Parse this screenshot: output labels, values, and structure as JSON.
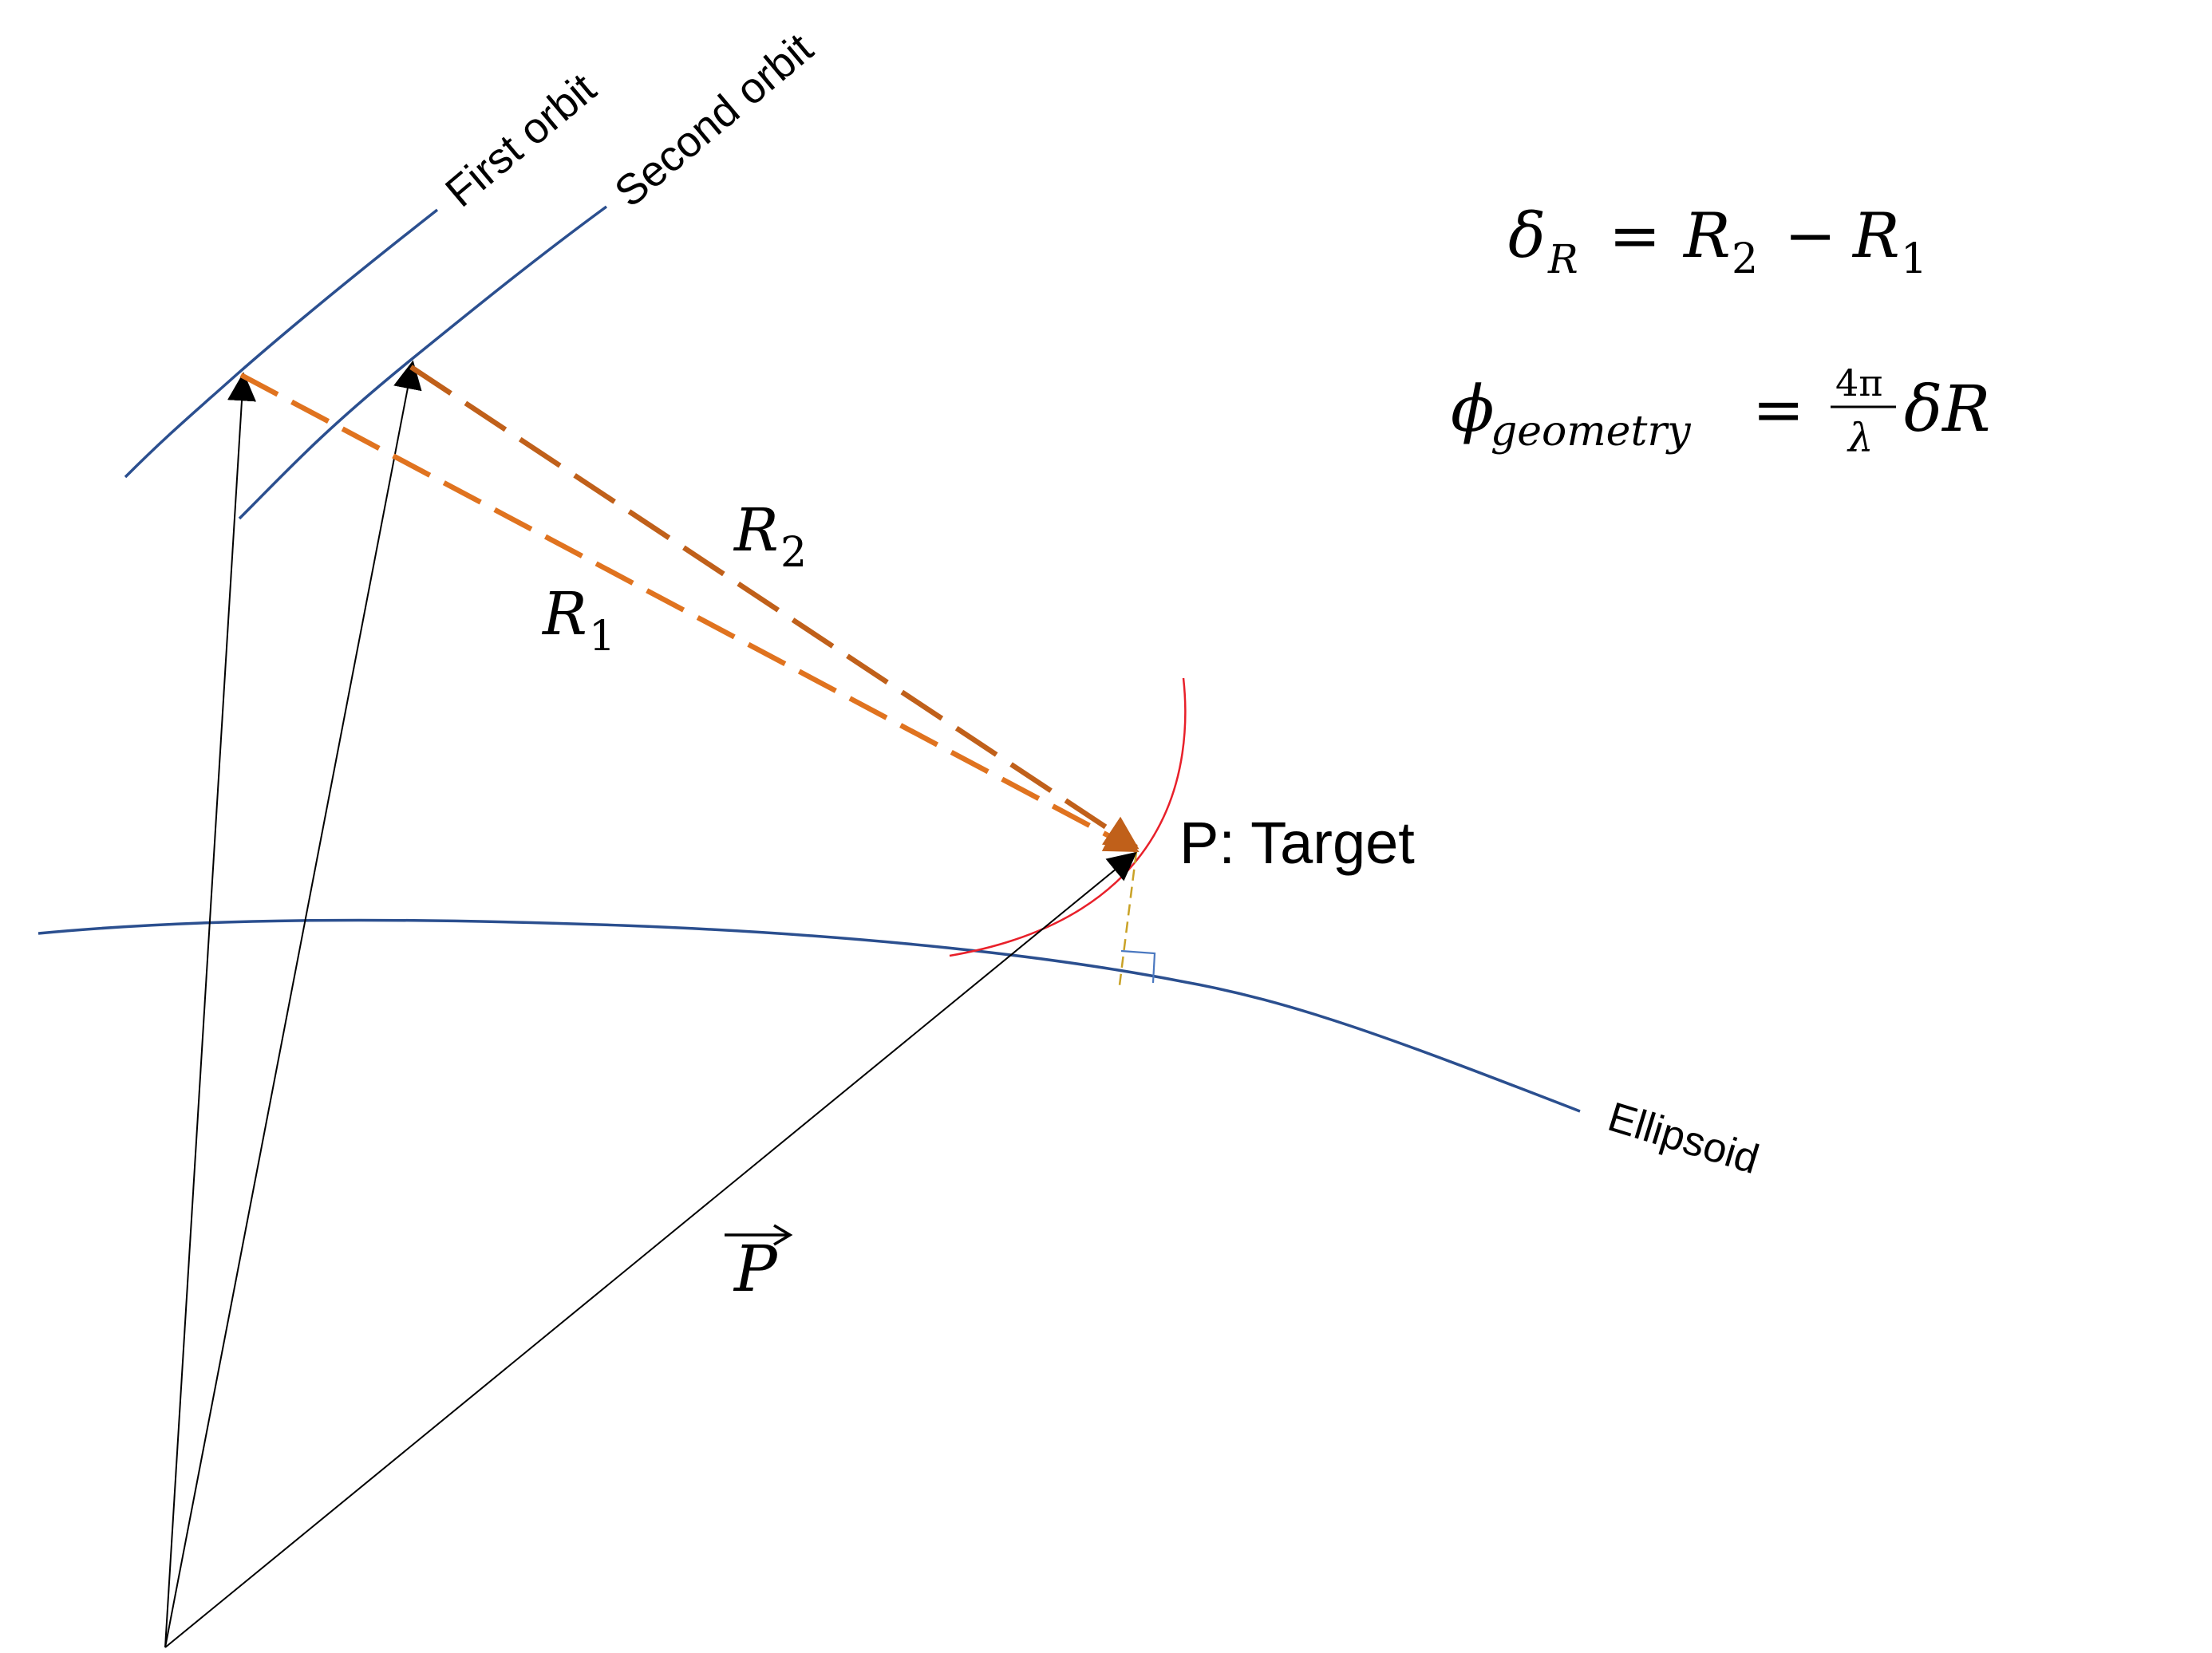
{
  "diagram": {
    "labels": {
      "first_orbit": "First orbit",
      "second_orbit": "Second orbit",
      "target": "P: Target",
      "ellipsoid": "Ellipsoid"
    },
    "vectors": {
      "r1": {
        "symbol": "R",
        "sub": "1"
      },
      "r2": {
        "symbol": "R",
        "sub": "2"
      },
      "p": {
        "symbol": "P",
        "arrow": "→"
      }
    },
    "equations": {
      "delta_r": {
        "lhs_symbol": "δ",
        "lhs_sub": "R",
        "equals": "=",
        "rhs_a": "R",
        "rhs_a_sub": "2",
        "minus": "−",
        "rhs_b": "R",
        "rhs_b_sub": "1"
      },
      "phi_geometry": {
        "lhs_symbol": "ϕ",
        "lhs_sub": "geometry",
        "equals": "=",
        "frac_num": "4π",
        "frac_den": "λ",
        "rhs": "δR"
      }
    },
    "colors": {
      "orbit": "#2b4f8f",
      "ellipsoid": "#2b4f8f",
      "range_r1": "#e0731f",
      "range_r2": "#c0601a",
      "vector": "#000000",
      "range_arc": "#e8202a",
      "perpendicular": "#c9a227",
      "right_angle": "#4a78c0"
    }
  }
}
